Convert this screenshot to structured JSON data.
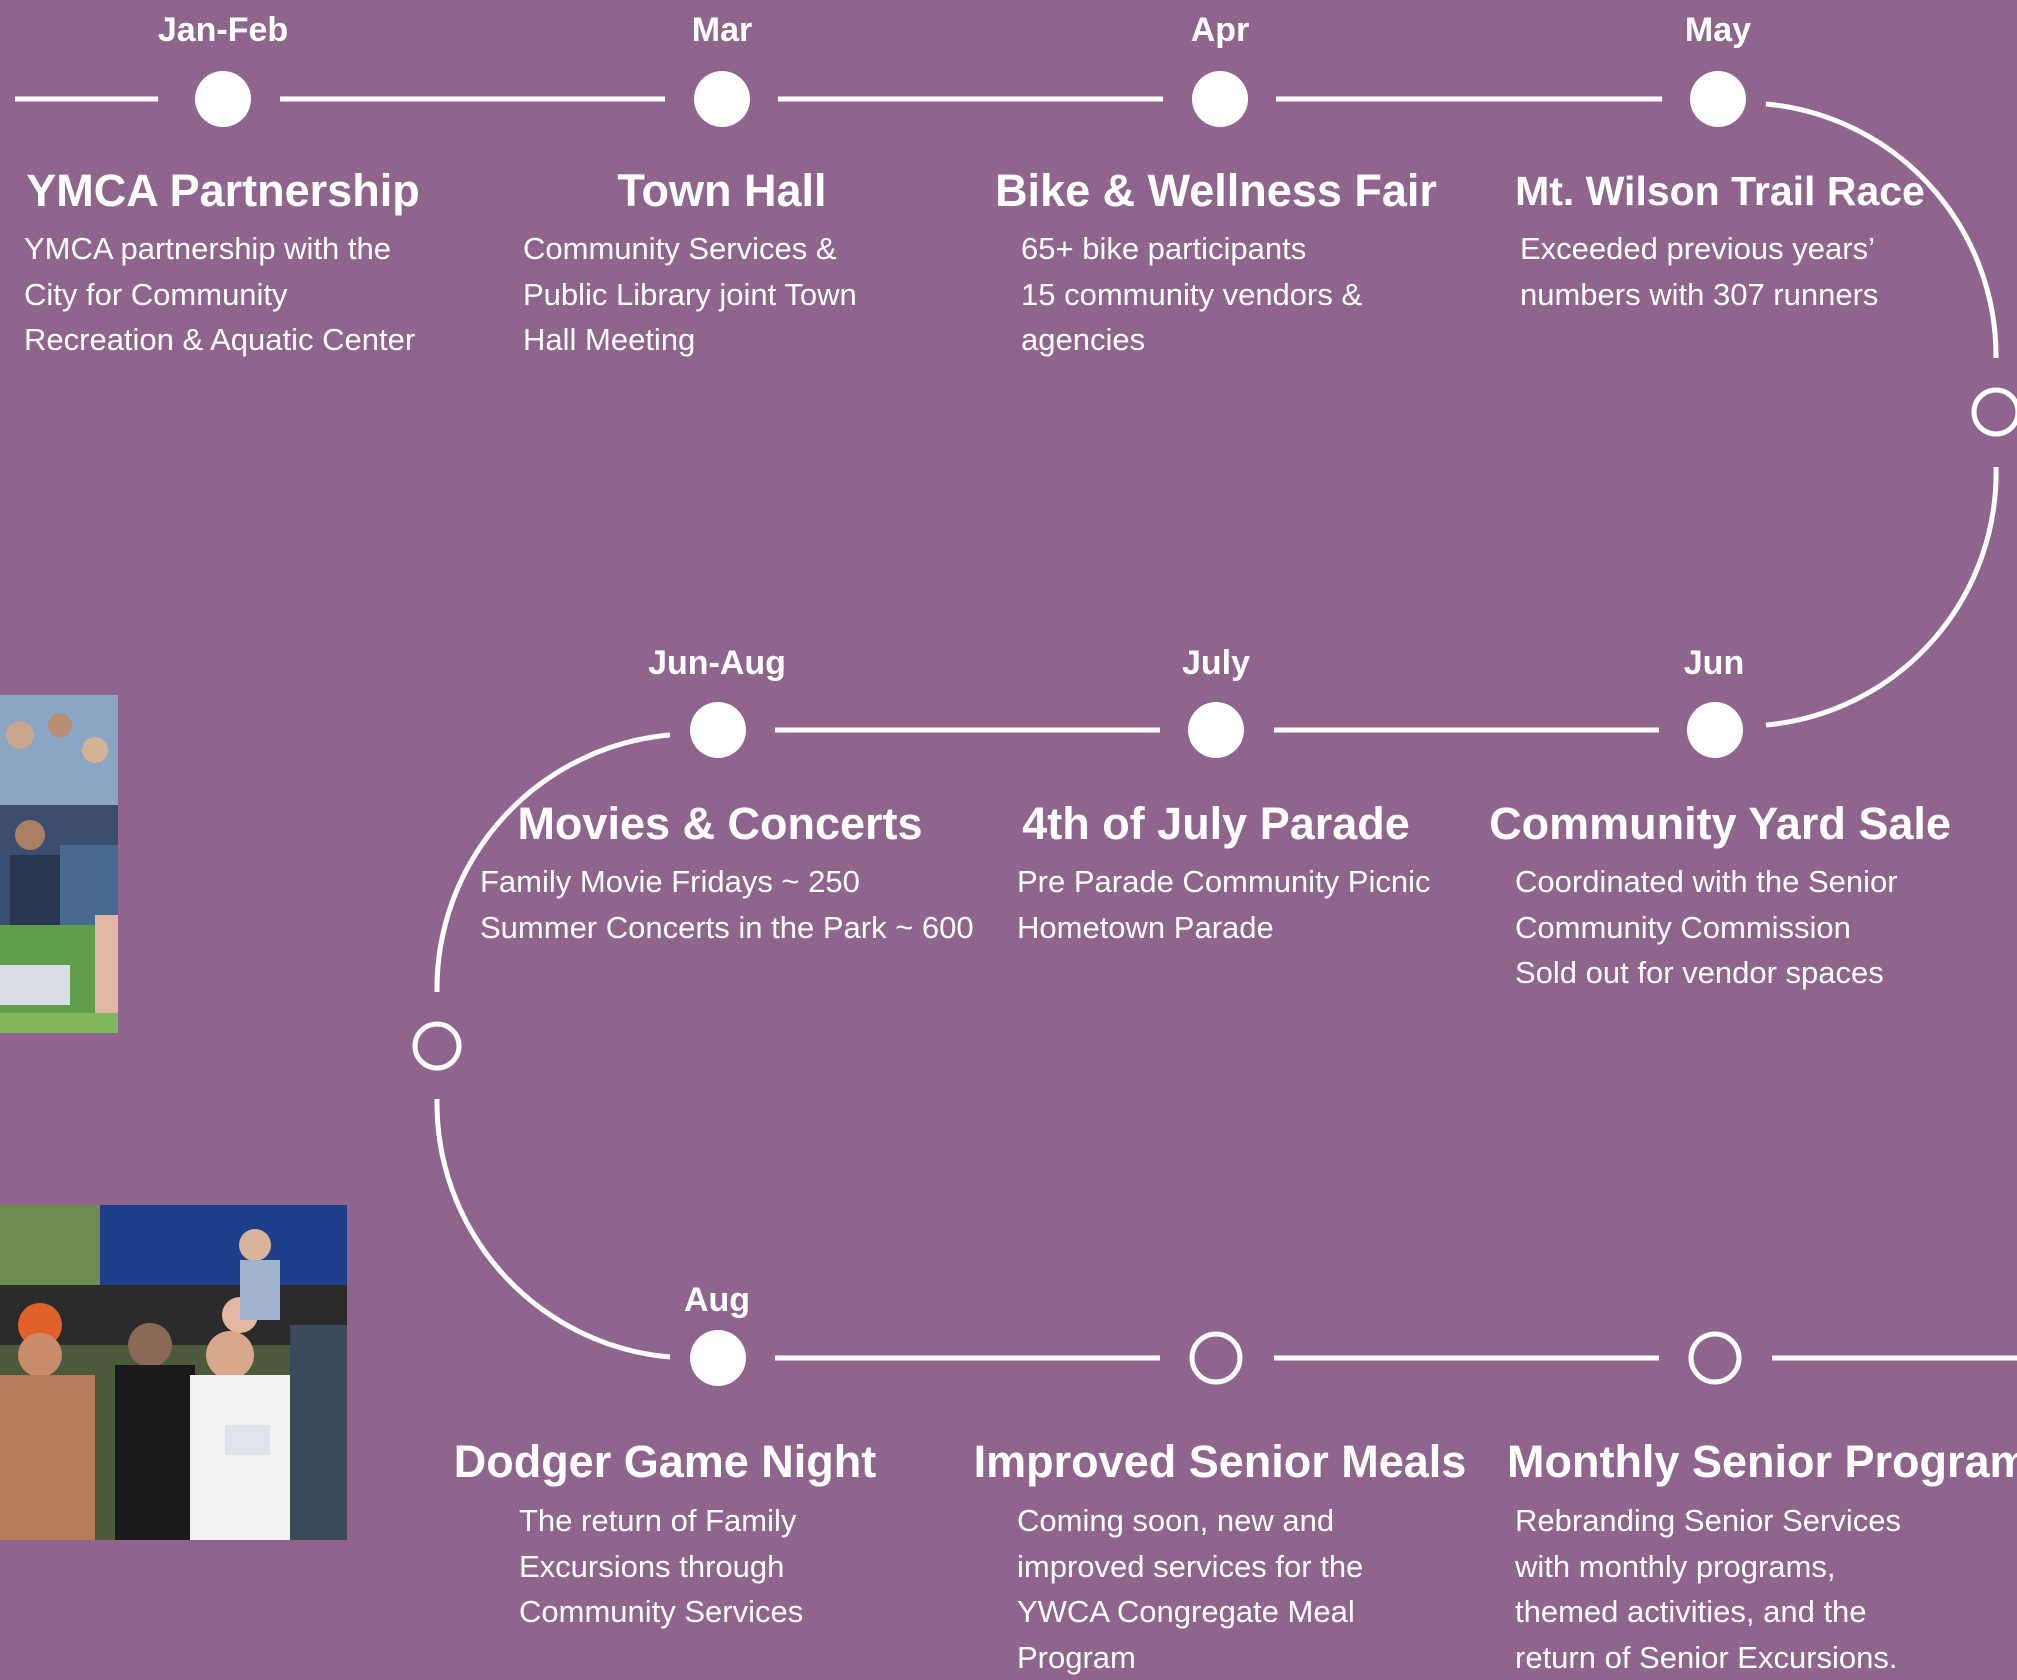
{
  "timeline": {
    "rows": [
      {
        "events": [
          {
            "month": "Jan-Feb",
            "title": "YMCA Partnership",
            "lines": [
              "YMCA partnership with the",
              "City for Community",
              "Recreation & Aquatic Center"
            ]
          },
          {
            "month": "Mar",
            "title": "Town Hall",
            "lines": [
              "Community Services &",
              "Public Library joint Town",
              "Hall Meeting"
            ]
          },
          {
            "month": "Apr",
            "title": "Bike & Wellness Fair",
            "lines": [
              "65+ bike participants",
              "15 community vendors &",
              "agencies"
            ]
          },
          {
            "month": "May",
            "title": "Mt. Wilson Trail Race",
            "lines": [
              "Exceeded previous years’",
              "numbers with 307 runners"
            ]
          }
        ]
      },
      {
        "events": [
          {
            "month": "Jun-Aug",
            "title": "Movies & Concerts",
            "lines": [
              "Family Movie Fridays ~ 250",
              "Summer Concerts in the Park ~ 600"
            ]
          },
          {
            "month": "July",
            "title": "4th of July Parade",
            "lines": [
              "Pre Parade Community Picnic",
              "Hometown Parade"
            ]
          },
          {
            "month": "Jun",
            "title": "Community Yard Sale",
            "lines": [
              "Coordinated with the Senior",
              "Community Commission",
              "Sold out for vendor spaces"
            ]
          }
        ]
      },
      {
        "events": [
          {
            "month": "Aug",
            "title": "Dodger Game Night",
            "lines": [
              "The return of Family",
              "Excursions through",
              "Community Services"
            ]
          },
          {
            "month": "",
            "title": "Improved Senior Meals",
            "lines": [
              "Coming soon, new and",
              "improved services for the",
              "YWCA Congregate Meal",
              "Program"
            ]
          },
          {
            "month": "",
            "title": "Monthly Senior Program",
            "lines": [
              "Rebranding Senior Services",
              "with monthly programs,",
              "themed activities, and the",
              "return of Senior Excursions."
            ]
          }
        ]
      }
    ]
  },
  "photos": [
    {
      "name": "concert-crowd-photo"
    },
    {
      "name": "trail-race-runners-photo"
    }
  ],
  "colors": {
    "background": "#8f658d",
    "foreground": "#ffffff"
  }
}
